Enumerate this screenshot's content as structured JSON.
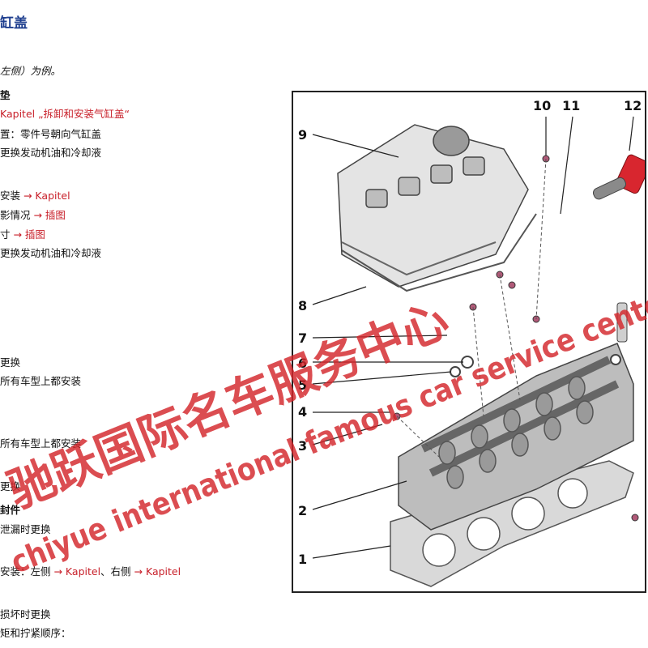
{
  "doc": {
    "title": "缸盖",
    "lines": [
      {
        "text": "左侧）为例。",
        "style": "italic"
      },
      {
        "text": "垫",
        "style": "bold"
      },
      {
        "prefix": "",
        "link": "Kapitel „拆卸和安装气缸盖“",
        "suffix": ""
      },
      {
        "text": "置：零件号朝向气缸盖"
      },
      {
        "text": "更换发动机油和冷却液"
      },
      {
        "prefix": "安装 ",
        "link": "→ Kapitel",
        "suffix": ""
      },
      {
        "prefix": "影情况 ",
        "link": "→ 插图",
        "suffix": ""
      },
      {
        "prefix": "寸 ",
        "link": "→ 插图",
        "suffix": ""
      },
      {
        "text": "更换发动机油和冷却液"
      },
      {
        "text": "更换"
      },
      {
        "text": "所有车型上都安装"
      },
      {
        "text": "所有车型上都安装"
      },
      {
        "text": "更换"
      },
      {
        "text": "封件",
        "style": "bold"
      },
      {
        "text": "泄漏时更换"
      },
      {
        "prefix": "安装：左侧 ",
        "link": "→ Kapitel",
        "mid": "、右侧 ",
        "link2": "→ Kapitel"
      },
      {
        "text": "损坏时更换"
      },
      {
        "text": "矩和拧紧顺序："
      }
    ]
  },
  "figure": {
    "callouts": [
      "1",
      "2",
      "3",
      "4",
      "5",
      "6",
      "7",
      "8",
      "9",
      "10",
      "11",
      "12"
    ]
  },
  "watermark": {
    "cn": "驰跃国际名车服务中心",
    "en": "chiyue international famous car service center"
  },
  "colors": {
    "title": "#1f3f8f",
    "link": "#c8202a",
    "watermark": "#d3262b"
  }
}
